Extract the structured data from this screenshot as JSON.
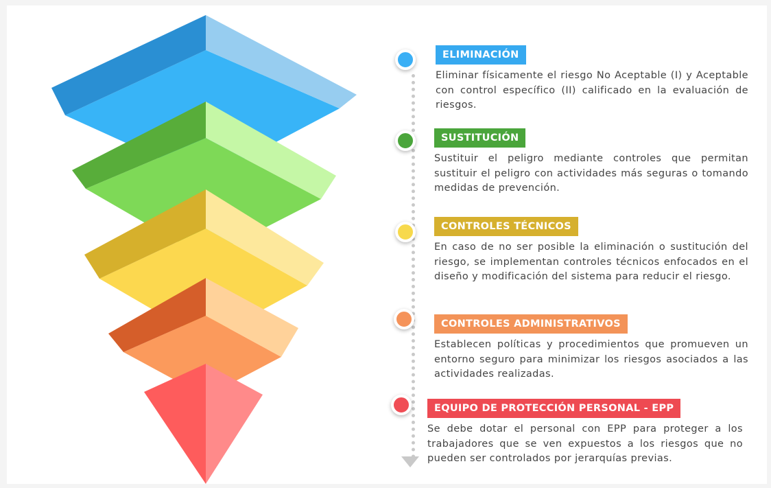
{
  "steps": [
    {
      "title": "ELIMINACIÓN",
      "description": "Eliminar físicamente el riesgo No Aceptable (I) y Aceptable con control específico (II) calificado en la evaluación de riesgos.",
      "color": "#3aaff5",
      "label_color": "#36a9f0"
    },
    {
      "title": "SUSTITUCIÓN",
      "description": "Sustituir el peligro mediante controles que permitan sustituir el peligro con actividades más seguras o tomando medidas de prevención.",
      "color": "#4aa53b",
      "label_color": "#4aa53b"
    },
    {
      "title": "CONTROLES TÉCNICOS",
      "description": "En caso de no ser posible la eliminación o sustitución del riesgo, se implementan controles técnicos enfocados en el diseño y modificación del sistema para reducir el riesgo.",
      "color": "#f7d94c",
      "label_color": "#d6b02e"
    },
    {
      "title": "CONTROLES ADMINISTRATIVOS",
      "description": "Establecen políticas y procedimientos que promueven un entorno seguro para minimizar los riesgos asociados a las actividades realizadas.",
      "color": "#f5935a",
      "label_color": "#f39358"
    },
    {
      "title": "EQUIPO DE PROTECCIÓN PERSONAL - EPP",
      "description": "Se debe dotar el personal con EPP para proteger a los trabajadores que se ven expuestos a los riesgos que no pueden ser controlados por jerarquías previas.",
      "color": "#f04d55",
      "label_color": "#ee4a52"
    }
  ],
  "pyramid_colors": [
    {
      "top": "#38b4f7",
      "left": "#2a8fd3",
      "right": "#97cdf0"
    },
    {
      "top": "#7ed957",
      "left": "#58ad3a",
      "right": "#c5f7a6"
    },
    {
      "top": "#fcd84f",
      "left": "#d6b02c",
      "right": "#fde89c"
    },
    {
      "top": "#fb9a5c",
      "left": "#d55e2a",
      "right": "#ffd29a"
    },
    {
      "top": "#fe5c5c",
      "left": "#fe5c5c",
      "right": "#ff8a8a"
    }
  ]
}
